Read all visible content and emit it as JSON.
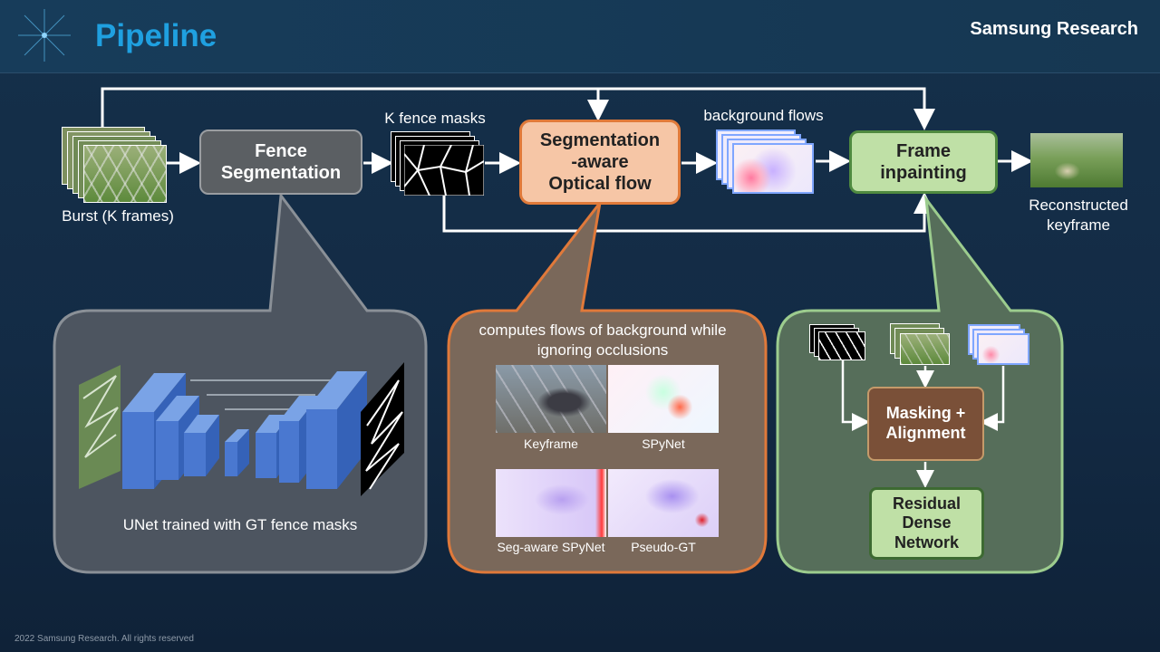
{
  "header": {
    "title": "Pipeline",
    "brand": "Samsung Research"
  },
  "footer": {
    "copyright": "2022 Samsung Research. All rights reserved"
  },
  "pipeline": {
    "burst_label": "Burst (K frames)",
    "fence_seg": "Fence Segmentation",
    "masks_label": "K fence masks",
    "seg_flow": "Segmentation -aware Optical flow",
    "flows_label": "background flows",
    "inpaint": "Frame inpainting",
    "output_label": "Reconstructed keyframe"
  },
  "panels": {
    "unet": {
      "caption": "UNet trained with GT fence masks"
    },
    "flow": {
      "caption": "computes flows of background while ignoring occlusions",
      "images": [
        "Keyframe",
        "SPyNet",
        "Seg-aware SPyNet",
        "Pseudo-GT"
      ]
    },
    "inpaint": {
      "masking": "Masking + Alignment",
      "rdn": "Residual Dense Network"
    }
  },
  "colors": {
    "accent": "#1fa0e0",
    "gray_box": "#5b5f63",
    "orange_box": "#f6c6a6",
    "green_box": "#bfe0a6",
    "brown_box": "#7a5038"
  }
}
